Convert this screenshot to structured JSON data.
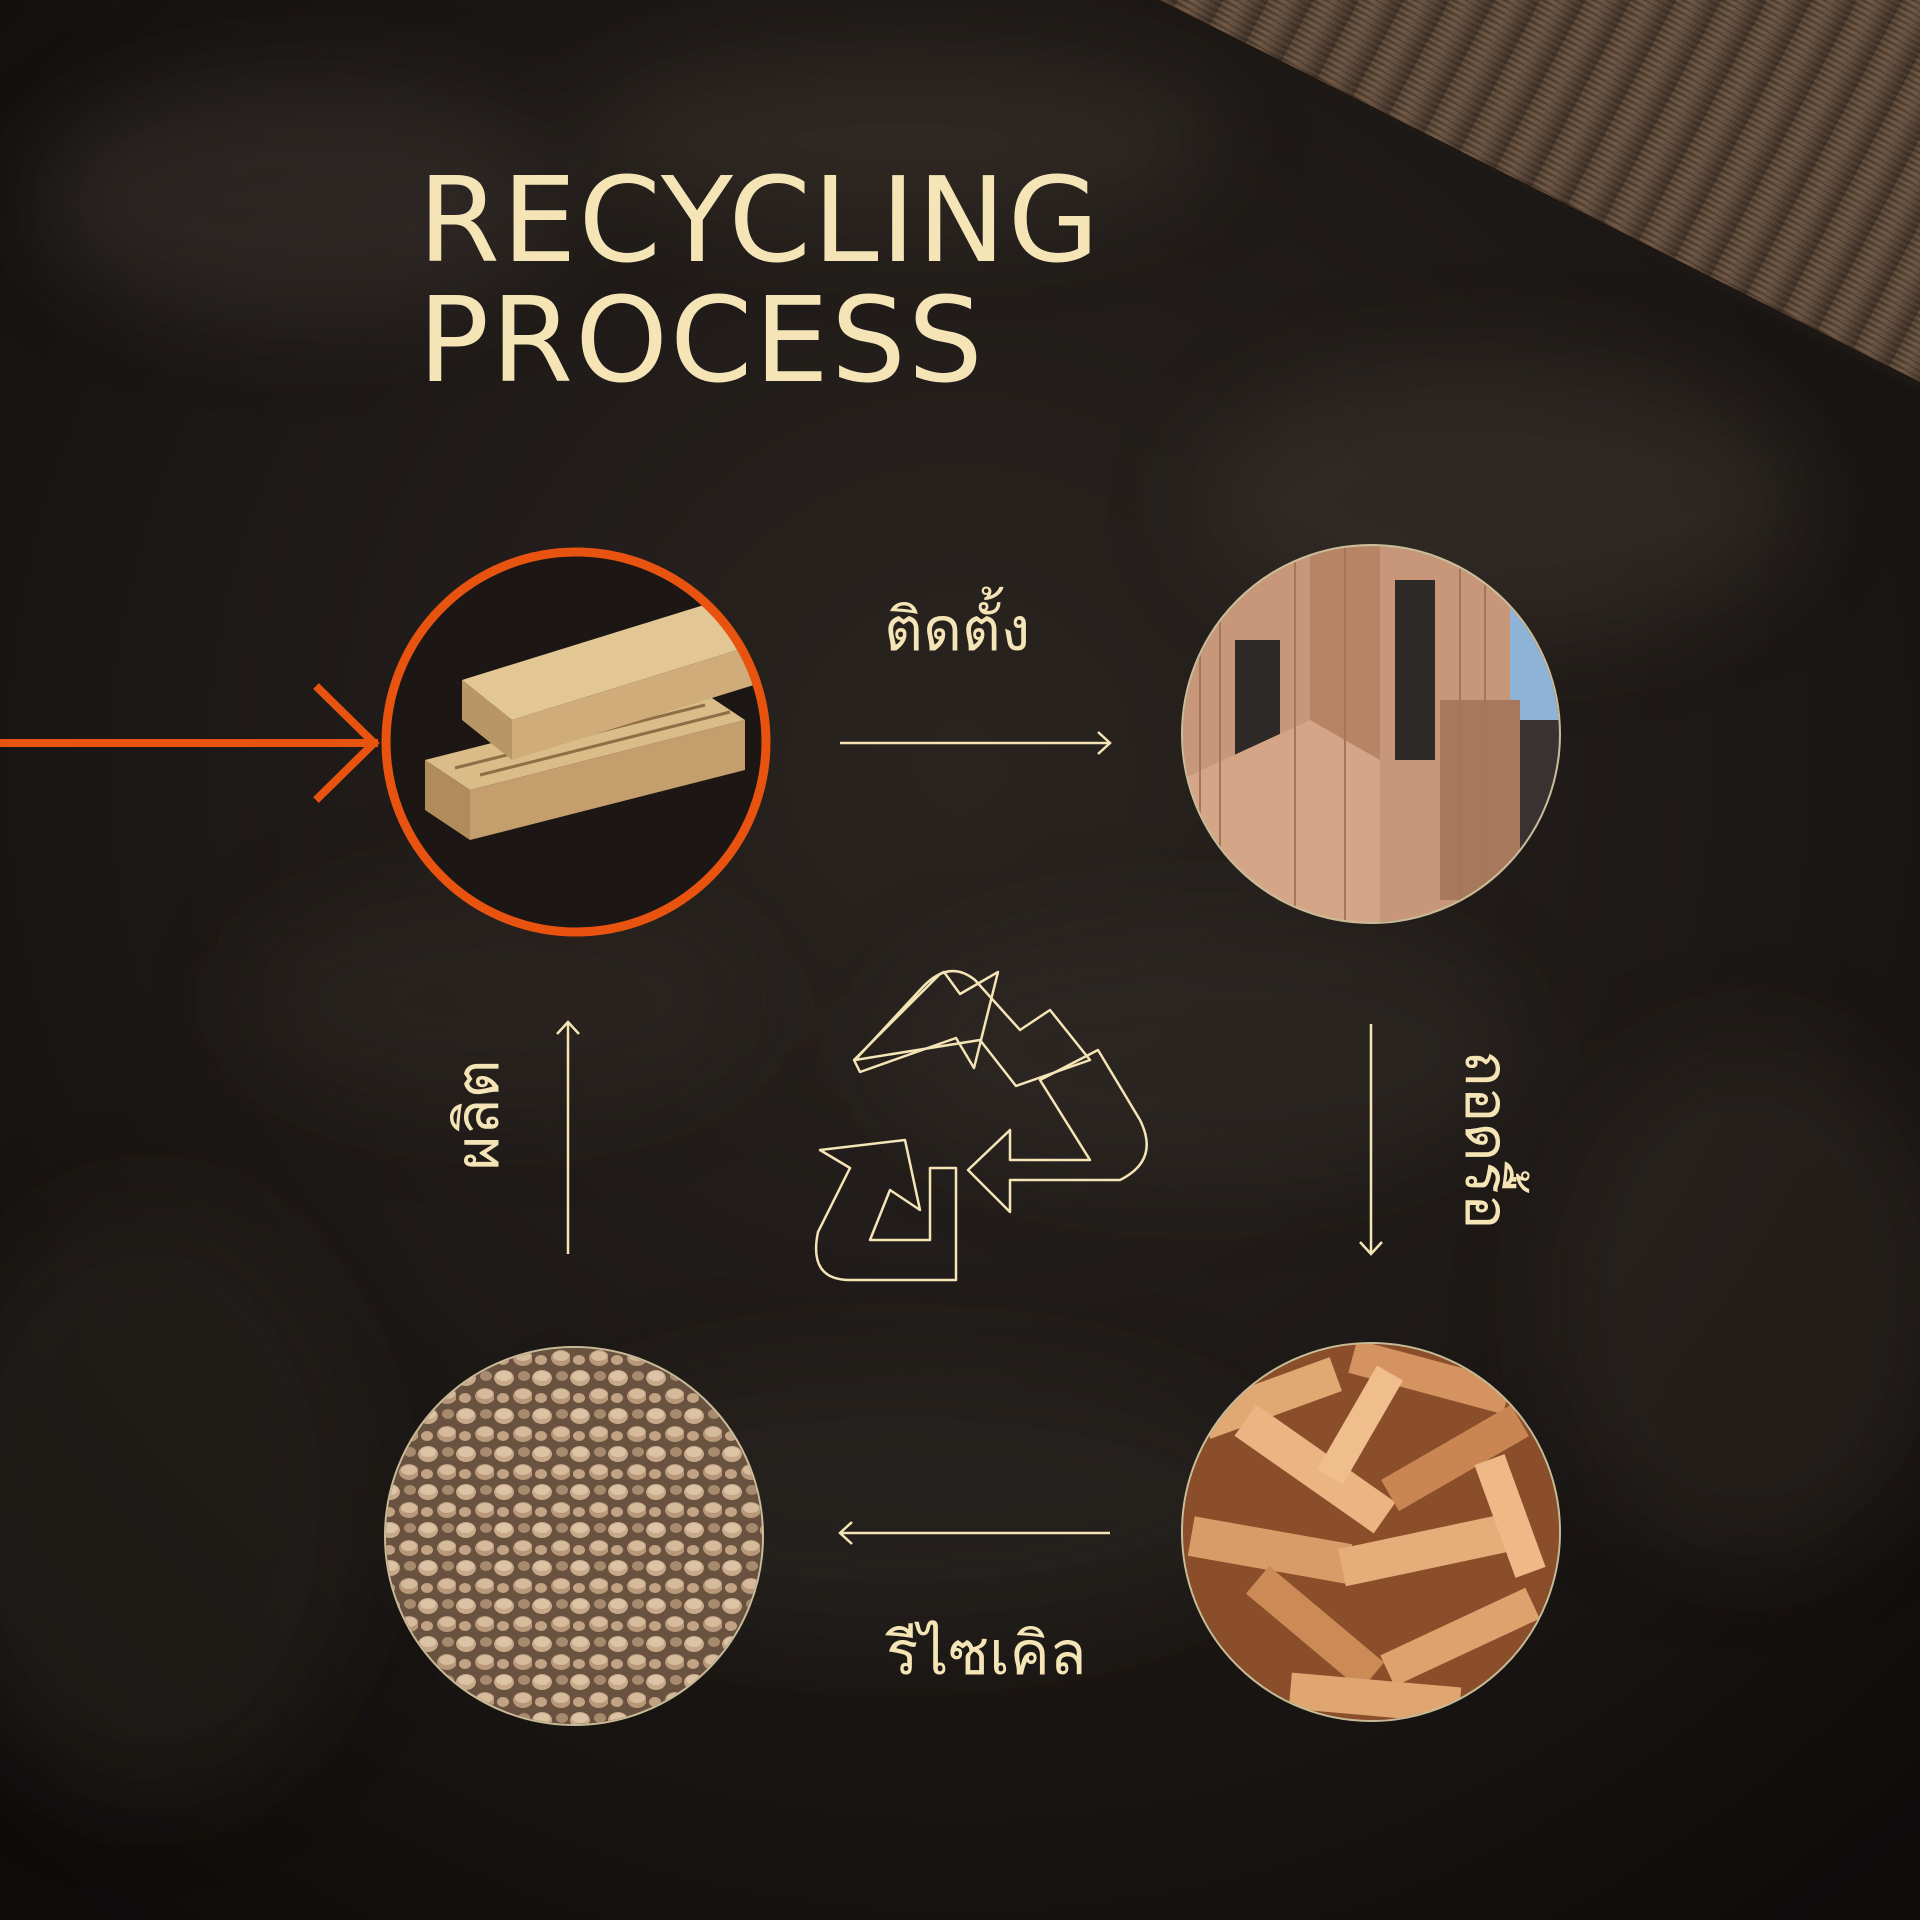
{
  "title": {
    "line1": "RECYCLING",
    "line2": "PROCESS"
  },
  "steps": {
    "install": "ติดตั้ง",
    "dismantle": "ถอดรื้อ",
    "recycle": "รีไซเคิล",
    "produce": "ผลิต"
  },
  "colors": {
    "accent": "#e8540f",
    "text": "#f4e4b6",
    "line": "#f4e4b6",
    "background": "#1a1614"
  },
  "icons": [
    "recycle-icon",
    "arrow-right-icon",
    "arrow-down-icon",
    "arrow-left-icon",
    "arrow-up-icon"
  ],
  "images": [
    "wood-planks",
    "timber-facade-building",
    "wood-chips",
    "wood-plastic-pellets"
  ]
}
